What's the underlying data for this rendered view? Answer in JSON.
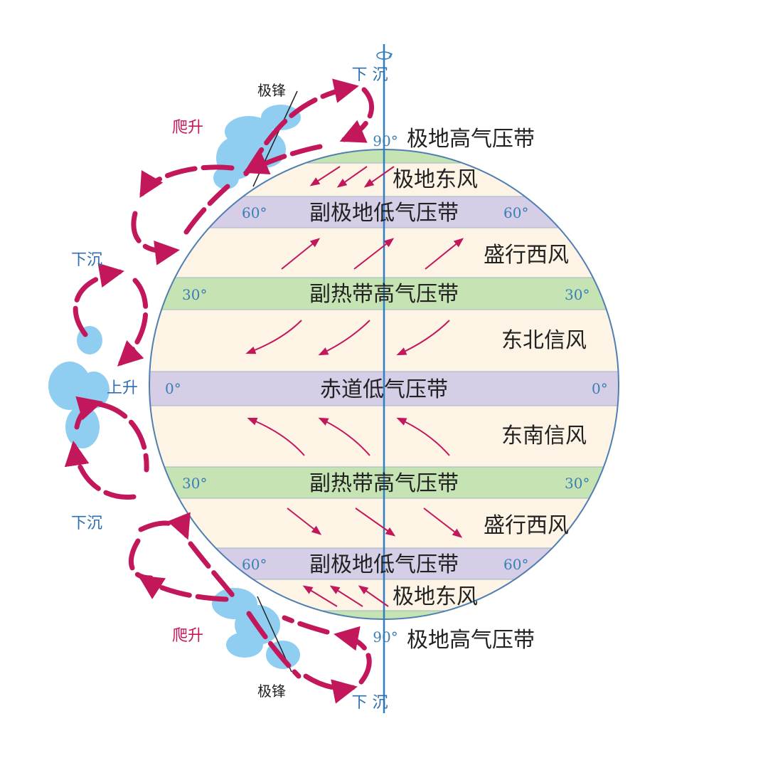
{
  "colors": {
    "pressure_high": "#c6e3b4",
    "pressure_low": "#d6cde6",
    "wind_zone": "#fdf4e6",
    "circulation": "#c2185b",
    "axis": "#2f7fc1",
    "cloud": "#7cc6ef"
  },
  "axis": {
    "top_sink": "下 沉",
    "bottom_sink": "下 沉",
    "pole_lat": "90°"
  },
  "belts": {
    "polar_high_n": "极地高气压带",
    "polar_easterlies_n": "极地东风",
    "subpolar_low_n": "副极地低气压带",
    "westerlies_n": "盛行西风",
    "subtropical_high_n": "副热带高气压带",
    "ne_trades": "东北信风",
    "equatorial_low": "赤道低气压带",
    "se_trades": "东南信风",
    "subtropical_high_s": "副热带高气压带",
    "westerlies_s": "盛行西风",
    "subpolar_low_s": "副极地低气压带",
    "polar_easterlies_s": "极地东风",
    "polar_high_s": "极地高气压带"
  },
  "latitudes": {
    "lat60": "60°",
    "lat30": "30°",
    "lat0": "0°",
    "lat90": "90°"
  },
  "motions": {
    "climb_n": "爬升",
    "climb_s": "爬升",
    "sink_n30": "下沉",
    "sink_s30": "下沉",
    "rise_eq": "上升",
    "front_n": "极锋",
    "front_s": "极锋"
  },
  "icons": [
    "rotation-icon",
    "wind-arrow-icon",
    "cloud-icon"
  ]
}
